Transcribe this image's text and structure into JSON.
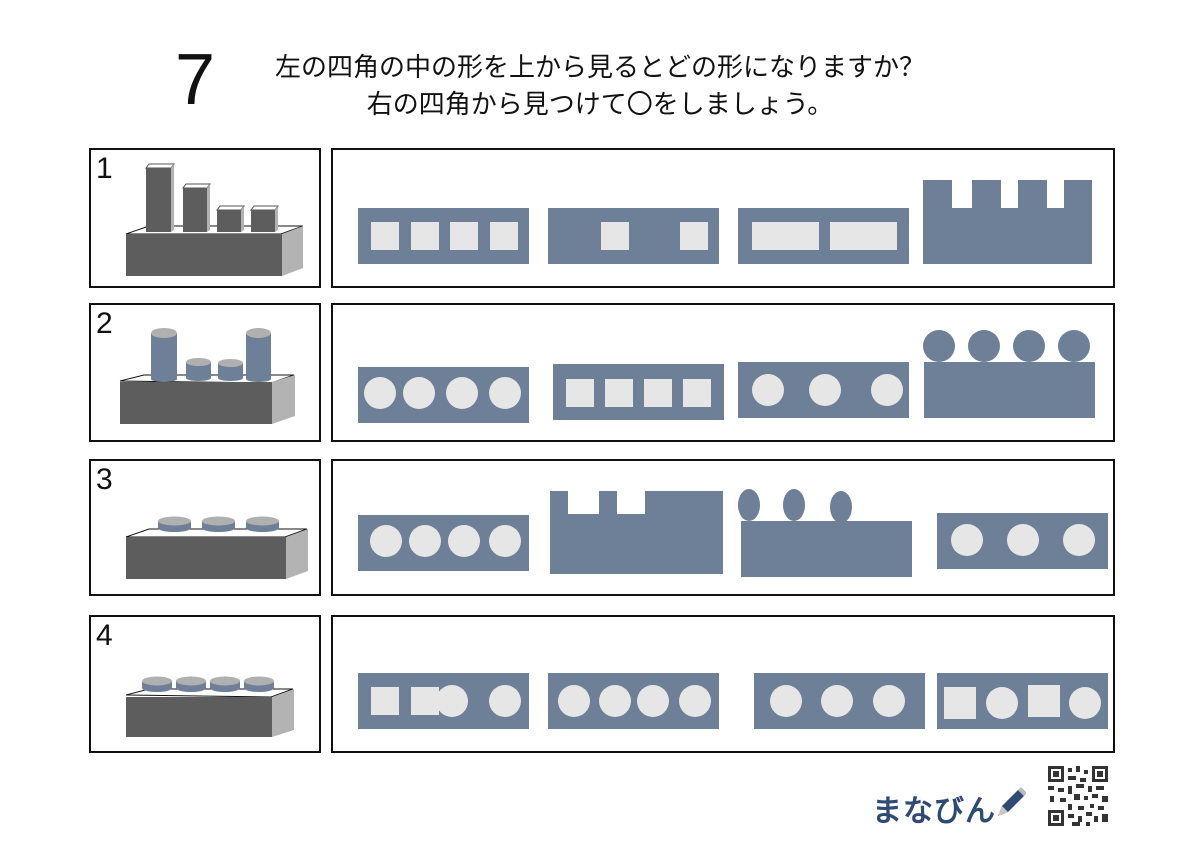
{
  "header": {
    "question_number": "7",
    "instruction_line1": "左の四角の中の形を上から見るとどの形になりますか？",
    "instruction_line2": "右の四角から見つけて〇をしましょう。"
  },
  "colors": {
    "shape_fill": "#6e7f98",
    "shape_hole": "#e6e6e6",
    "block_front": "#5e5d5e",
    "block_side": "#b3b3b3",
    "cylinder_top": "#b0b0b0",
    "border": "#111111",
    "logo": "#2f4a73"
  },
  "problems": [
    {
      "number": "1",
      "object": "block with 4 square prisms of decreasing height",
      "choices": [
        "bar with 4 square holes",
        "bar with 2 square holes (right side)",
        "bar with 2 wide rectangular holes",
        "side view with 4 square towers"
      ]
    },
    {
      "number": "2",
      "object": "block with 4 cylinders (tall, short, short, tall)",
      "choices": [
        "bar with 4 circle holes",
        "bar with 4 square holes",
        "bar with 3 circle holes",
        "side view with 4 circles on top"
      ]
    },
    {
      "number": "3",
      "object": "block with 3 flat discs",
      "choices": [
        "bar with 4 circle holes",
        "side view with 3 square towers",
        "side view with 3 circles on top",
        "bar with 3 circle holes"
      ]
    },
    {
      "number": "4",
      "object": "block with 4 flat discs",
      "choices": [
        "bar with 2 squares and 2 circles",
        "bar with 4 circle holes",
        "bar with 3 circle holes",
        "bar with square, circle, square, circle"
      ]
    }
  ],
  "footer": {
    "logo_text": "まなびん",
    "logo_icon": "pencil-icon",
    "qr_icon": "qr-code-icon"
  }
}
